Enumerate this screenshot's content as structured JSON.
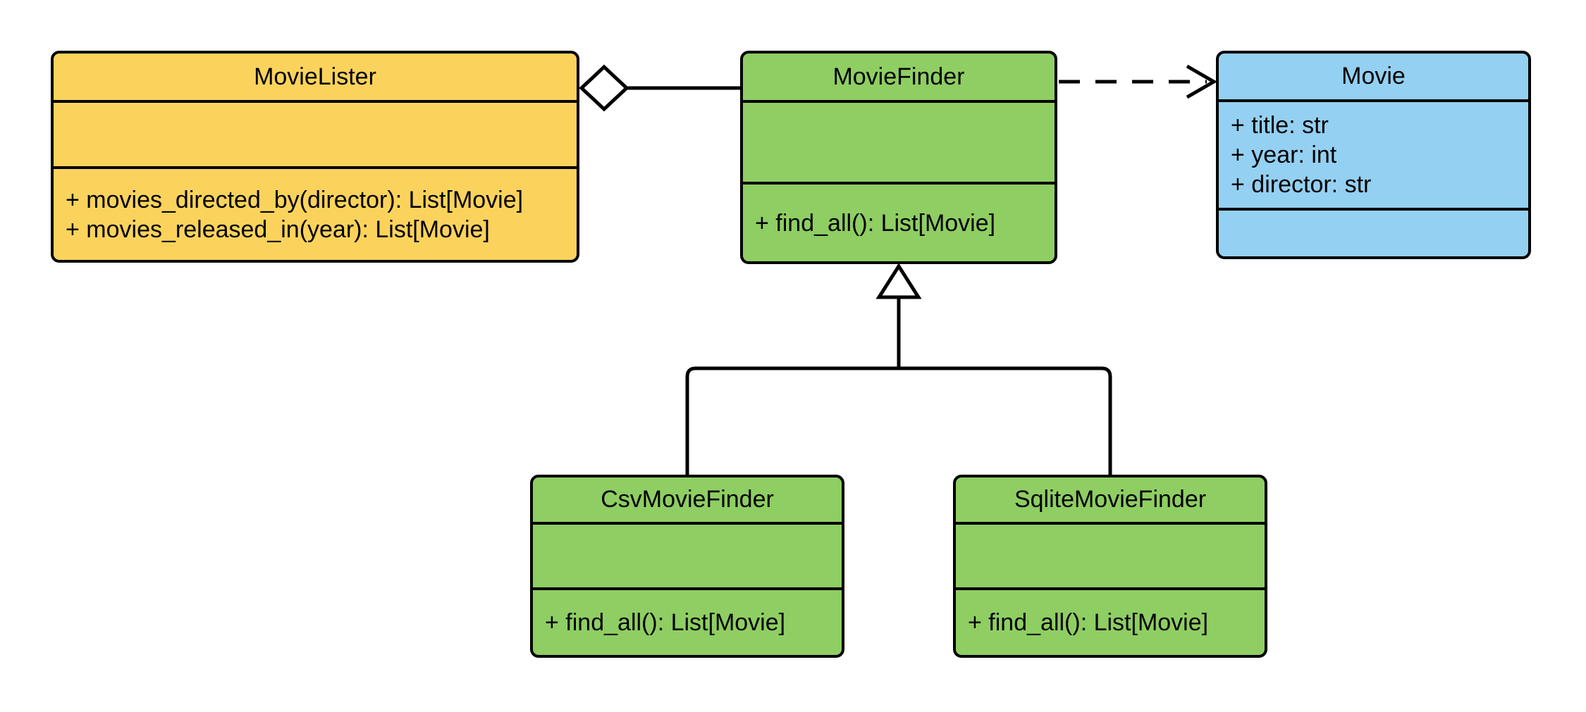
{
  "diagram": {
    "type": "uml-class-diagram",
    "classes": [
      {
        "name": "MovieLister",
        "attributes": [],
        "methods": [
          "+ movies_directed_by(director): List[Movie]",
          "+ movies_released_in(year): List[Movie]"
        ],
        "fill": "#FBD35C"
      },
      {
        "name": "MovieFinder",
        "attributes": [],
        "methods": [
          "+ find_all(): List[Movie]"
        ],
        "fill": "#8FCE63"
      },
      {
        "name": "Movie",
        "attributes": [
          "+ title: str",
          "+ year: int",
          "+ director: str"
        ],
        "methods": [],
        "fill": "#94D0F1"
      },
      {
        "name": "CsvMovieFinder",
        "attributes": [],
        "methods": [
          "+ find_all(): List[Movie]"
        ],
        "fill": "#8FCE63"
      },
      {
        "name": "SqliteMovieFinder",
        "attributes": [],
        "methods": [
          "+ find_all(): List[Movie]"
        ],
        "fill": "#8FCE63"
      }
    ],
    "relationships": [
      {
        "type": "aggregation",
        "from": "MovieLister",
        "to": "MovieFinder",
        "marker": "hollow-diamond",
        "line": "solid"
      },
      {
        "type": "dependency",
        "from": "MovieFinder",
        "to": "Movie",
        "marker": "open-arrow",
        "line": "dashed"
      },
      {
        "type": "generalization",
        "from": "CsvMovieFinder",
        "to": "MovieFinder",
        "marker": "hollow-triangle",
        "line": "solid"
      },
      {
        "type": "generalization",
        "from": "SqliteMovieFinder",
        "to": "MovieFinder",
        "marker": "hollow-triangle",
        "line": "solid"
      }
    ],
    "colors": {
      "yellow": "#FBD35C",
      "green": "#8FCE63",
      "blue": "#94D0F1",
      "stroke": "#000000",
      "marker_fill": "#FFFFFF",
      "background": "#FFFFFF"
    }
  }
}
